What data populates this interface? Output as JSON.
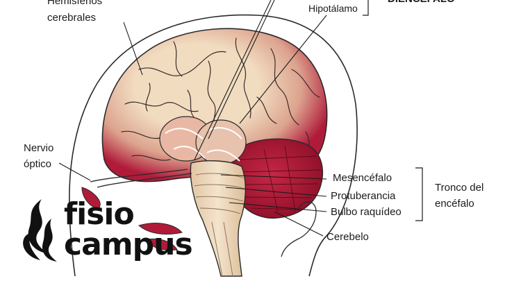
{
  "labels": {
    "hemisferios_line1": "Hemisferios",
    "hemisferios_line2": "cerebrales",
    "hipotalamo": "Hipotálamo",
    "diencefalo": "DIENCÉFALO",
    "nervio_line1": "Nervio",
    "nervio_line2": "óptico",
    "mesencefalo": "Mesencéfalo",
    "protuberancia": "Protuberancia",
    "bulbo": "Bulbo raquídeo",
    "cerebelo": "Cerebelo",
    "tronco_line1": "Tronco del",
    "tronco_line2": "encéfalo"
  },
  "logo": {
    "word1": "fisio",
    "word2": "campus"
  },
  "colors": {
    "brain_base": "#f1dcc0",
    "brain_red": "#b01b3a",
    "cerebellum": "#a3122f",
    "stem": "#ecd9bd",
    "outline": "#2a2a2a",
    "logo": "#111111"
  }
}
